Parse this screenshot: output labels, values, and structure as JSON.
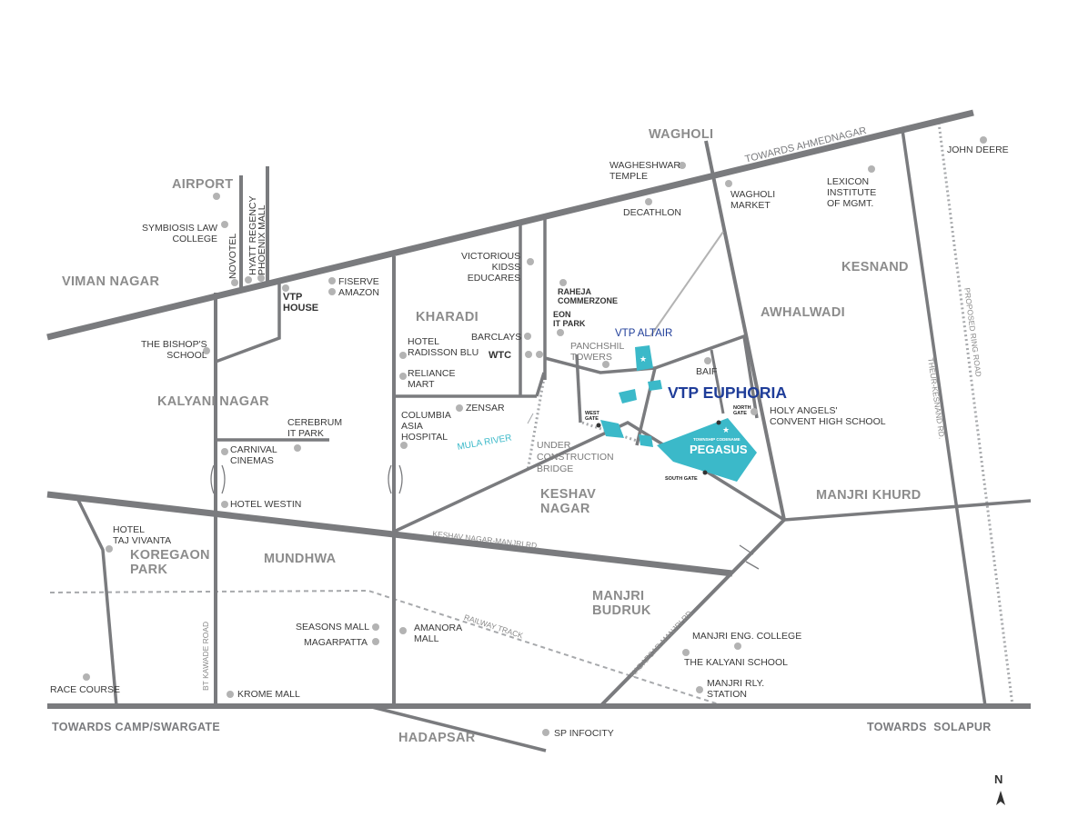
{
  "colors": {
    "road": "#7a7b7e",
    "dotted_road": "#a7a9ac",
    "rail": "#a7a9ac",
    "accent": "#3bb9c9",
    "highlight_text": "#1f3d99",
    "dot": "#b3b3b3"
  },
  "areas": {
    "airport": "AIRPORT",
    "viman_nagar": "VIMAN NAGAR",
    "kalyani_nagar": "KALYANI NAGAR",
    "kharadi": "KHARADI",
    "koregaon_park": "KOREGAON\nPARK",
    "mundhwa": "MUNDHWA",
    "keshav_nagar": "KESHAV\nNAGAR",
    "manjri_budruk": "MANJRI\nBUDRUK",
    "manjri_khurd": "MANJRI KHURD",
    "awhalwadi": "AWHALWADI",
    "kesnand": "KESNAND",
    "wagholi": "WAGHOLI",
    "hadapsar": "HADAPSAR"
  },
  "landmarks": {
    "symbiosis": "SYMBIOSIS LAW\nCOLLEGE",
    "novotel": "NOVOTEL",
    "hyatt": "HYATT REGENCY",
    "phoenix": "PHOENIX MALL",
    "fiserve": "FISERVE",
    "amazon": "AMAZON",
    "bishops": "THE BISHOP'S\nSCHOOL",
    "victorious": "VICTORIOUS\nKIDSS\nEDUCARES",
    "barclays": "BARCLAYS",
    "radisson": "HOTEL\nRADISSON BLU",
    "reliance": "RELIANCE\nMART",
    "zensar": "ZENSAR",
    "columbia": "COLUMBIA\nASIA\nHOSPITAL",
    "cerebrum": "CEREBRUM\nIT PARK",
    "carnival": "CARNIVAL\nCINEMAS",
    "westin": "HOTEL WESTIN",
    "taj": "HOTEL\nTAJ VIVANTA",
    "seasons": "SEASONS MALL",
    "magarpatta": "MAGARPATTA",
    "amanora": "AMANORA\nMALL",
    "race_course": "RACE COURSE",
    "krome": "KROME MALL",
    "sp_infocity": "SP INFOCITY",
    "wagheshwar": "WAGHESHWAR\nTEMPLE",
    "decathlon": "DECATHLON",
    "wagholi_market": "WAGHOLI\nMARKET",
    "lexicon": "LEXICON\nINSTITUTE\nOF MGMT.",
    "john_deere": "JOHN DEERE",
    "panchshil": "PANCHSHIL\nTOWERS",
    "baif": "BAIF",
    "holy_angels": "HOLY ANGELS'\nCONVENT HIGH SCHOOL",
    "manjri_eng": "MANJRI ENG. COLLEGE",
    "kalyani_school": "THE KALYANI SCHOOL",
    "manjri_rly": "MANJRI RLY.\nSTATION",
    "under_construction": "UNDER\nCONSTRUCTION\nBRIDGE"
  },
  "highlights": {
    "vtp_house": "VTP\nHOUSE",
    "raheja": "RAHEJA\nCOMMERZONE",
    "eon": "EON\nIT PARK",
    "wtc": "WTC",
    "vtp_altair": "VTP ALTAIR",
    "vtp_euphoria": "VTP EUPHORIA",
    "township_codename": "TOWNSHIP CODENAME",
    "pegasus": "PEGASUS",
    "north_gate": "NORTH\nGATE",
    "west_gate": "WEST\nGATE",
    "south_gate": "SOUTH GATE"
  },
  "roads": {
    "towards_ahmednagar": "TOWARDS AHMEDNAGAR",
    "towards_camp": "TOWARDS CAMP/SWARGATE",
    "towards_solapur": "TOWARDS  SOLAPUR",
    "bt_kawade": "BT KAWADE ROAD",
    "keshav_manjri": "KESHAV NAGAR-MANJRI RD.",
    "railway_track": "RAILWAY TRACK",
    "hadapsar_manjri": "HADAPSAR-MANJRI RD.",
    "theur_kesnand": "THEUR-KESNAND RD.",
    "proposed_ring": "PROPOSED RING ROAD",
    "mula_river": "MULA RIVER"
  },
  "compass": {
    "letter": "N",
    "icon": "north-arrow-icon"
  }
}
